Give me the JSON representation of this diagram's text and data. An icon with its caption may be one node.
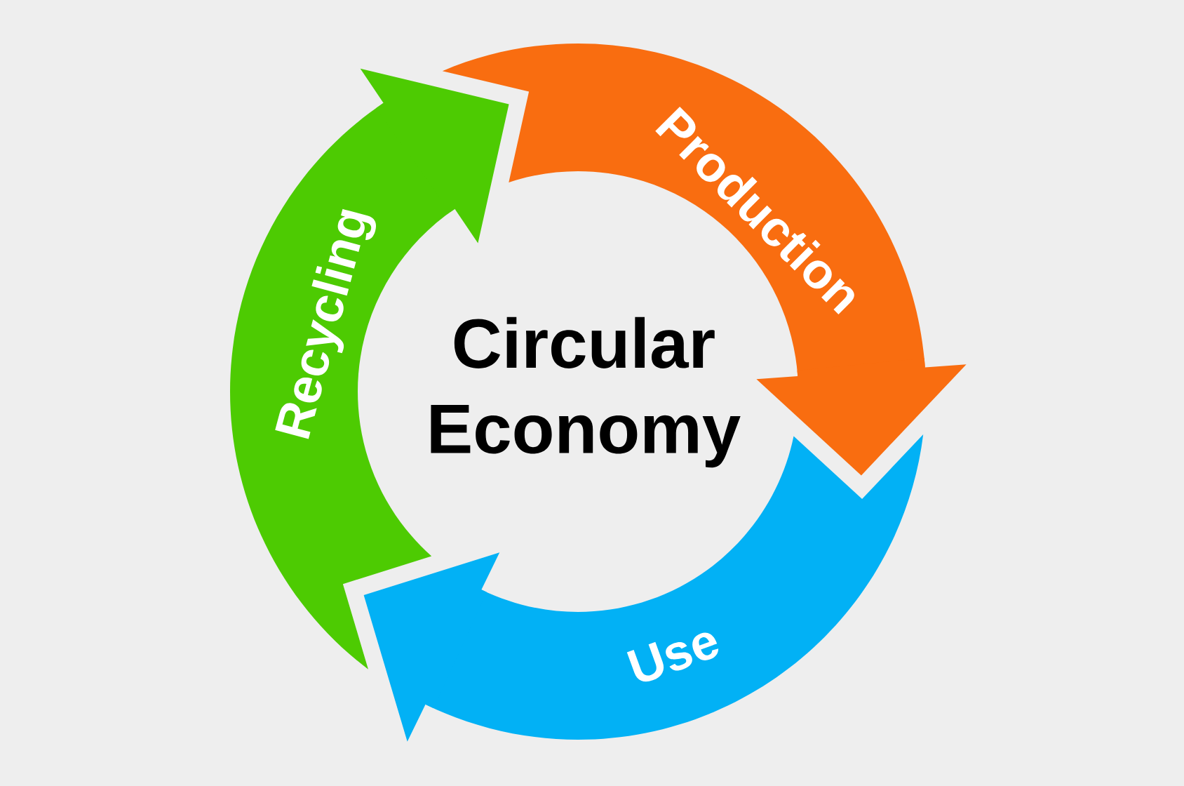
{
  "diagram": {
    "title": "Circular Economy",
    "nodes": [
      {
        "text": [
          "Production"
        ]
      },
      {
        "text": [
          "Use"
        ]
      },
      {
        "text": [
          "Recycling"
        ]
      }
    ],
    "edges": [
      {
        "from": 0,
        "to": 1,
        "arrow": "to",
        "color": "#f96d10"
      },
      {
        "from": 1,
        "to": 2,
        "arrow": "to",
        "color": "#02b1f5"
      },
      {
        "from": 2,
        "to": 0,
        "arrow": "to",
        "color": "#4dcb02"
      }
    ]
  }
}
